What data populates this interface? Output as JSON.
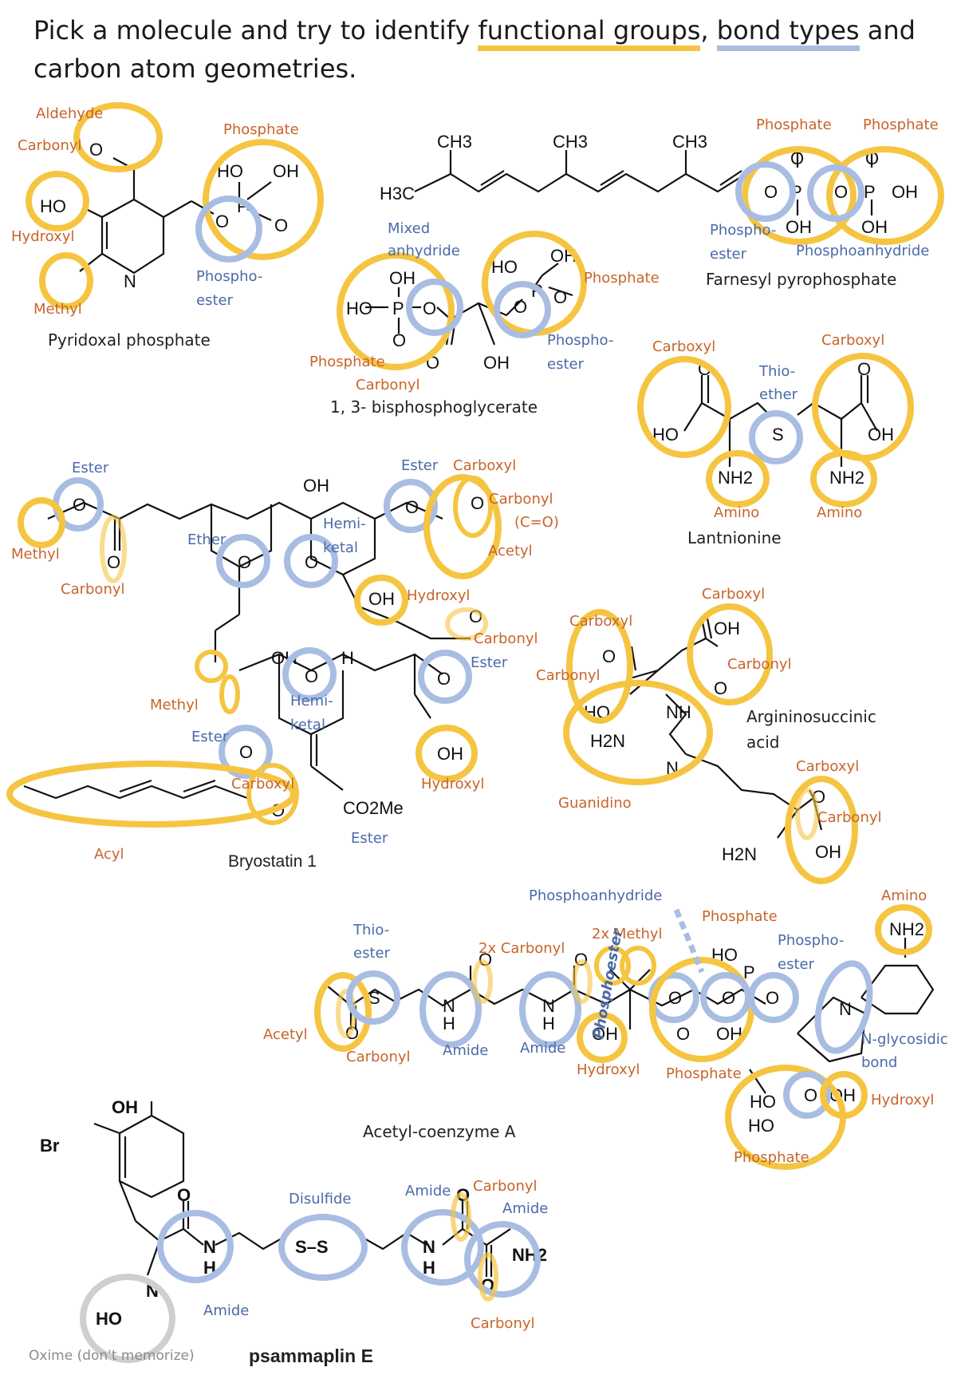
{
  "title": {
    "prefix": "Pick a molecule and try to identify ",
    "term1": "functional groups",
    "sep": ", ",
    "term2": "bond types",
    "suffix": " and carbon atom geometries."
  },
  "colors": {
    "functional_group": "#f5c542",
    "bond_type": "#a9bde3",
    "note": "#cfcfcf",
    "fg_text": "#c8642a",
    "bt_text": "#4a6aa8"
  },
  "molecules": {
    "pyridoxal": {
      "name": "Pyridoxal phosphate",
      "labels": {
        "aldehyde": "Aldehyde",
        "carbonyl": "Carbonyl",
        "hydroxyl": "Hydroxyl",
        "methyl": "Methyl",
        "phosphate": "Phosphate",
        "phosphoester_1": "Phospho-",
        "phosphoester_2": "ester"
      }
    },
    "farnesyl": {
      "name": "Farnesyl pyrophosphate",
      "labels": {
        "phosphate_a": "Phosphate",
        "phosphate_b": "Phosphate",
        "phosphoester_1": "Phospho-",
        "phosphoester_2": "ester",
        "phosphoanhydride": "Phosphoanhydride"
      }
    },
    "bpg": {
      "name": "1, 3- bisphosphoglycerate",
      "labels": {
        "mixed_1": "Mixed",
        "mixed_2": "anhydride",
        "phosphate_left": "Phosphate",
        "carbonyl": "Carbonyl",
        "phosphate_right": "Phosphate",
        "phosphoester_1": "Phospho-",
        "phosphoester_2": "ester"
      }
    },
    "lanthionine": {
      "name": "Lantnionine",
      "labels": {
        "carboxyl_left": "Carboxyl",
        "carboxyl_right": "Carboxyl",
        "thioether_1": "Thio-",
        "thioether_2": "ether",
        "amino_left": "Amino",
        "amino_right": "Amino"
      }
    },
    "bryostatin": {
      "name": "Bryostatin 1",
      "labels": {
        "ester_top": "Ester",
        "ester_top2": "Ester",
        "carboxyl_top": "Carboxyl",
        "carbonyl_c": "Carbonyl",
        "carbonyl_c2": "(C=O)",
        "acetyl": "Acetyl",
        "methyl_left": "Methyl",
        "carbonyl_left": "Carbonyl",
        "ether": "Ether",
        "hemiketal_1a": "Hemi-",
        "hemiketal_1b": "ketal",
        "hydroxyl_mid": "Hydroxyl",
        "carbonyl_mid": "Carbonyl",
        "ester_mid": "Ester",
        "methyl_mid": "Methyl",
        "hemiketal_2a": "Hemi-",
        "hemiketal_2b": "ketal",
        "ester_low": "Ester",
        "carboxyl_low": "Carboxyl",
        "hydroxyl_low": "Hydroxyl",
        "acyl": "Acyl",
        "ester_bottom": "Ester"
      }
    },
    "arginino": {
      "name_1": "Argininosuccinic",
      "name_2": "acid",
      "labels": {
        "carboxyl_top": "Carboxyl",
        "carboxyl_left": "Carboxyl",
        "carbonyl_left": "Carbonyl",
        "carbonyl_right": "Carbonyl",
        "guanidino": "Guanidino",
        "carboxyl_bottom": "Carboxyl",
        "carbonyl_bottom": "Carbonyl"
      }
    },
    "acetylcoa": {
      "name": "Acetyl-coenzyme A",
      "labels": {
        "phosphoanhydride": "Phosphoanhydride",
        "amino": "Amino",
        "thioester_1": "Thio-",
        "thioester_2": "ester",
        "carbonyl_2x": "2x Carbonyl",
        "methyl_2x": "2x Methyl",
        "phosphate_top": "Phosphate",
        "phosphoester_1": "Phospho-",
        "phosphoester_2": "ester",
        "acetyl": "Acetyl",
        "carbonyl": "Carbonyl",
        "amide_1": "Amide",
        "amide_2": "Amide",
        "hydroxyl": "Hydroxyl",
        "phosphate_mid": "Phosphate",
        "phosphoester_rot": "Phosphoester",
        "nglyco_1": "N-glycosidic",
        "nglyco_2": "bond",
        "hydroxyl_right": "Hydroxyl",
        "phosphate_bottom": "Phosphate"
      }
    },
    "psammaplin": {
      "name": "psammaplin E",
      "labels": {
        "disulfide": "Disulfide",
        "amide_top": "Amide",
        "carbonyl": "Carbonyl",
        "amide_right": "Amide",
        "amide_left": "Amide",
        "carbonyl_bottom": "Carbonyl",
        "oxime": "Oxime (don't memorize)"
      }
    }
  },
  "atoms": {
    "ch3": "CH3",
    "h3c": "H3C",
    "ho": "HO",
    "oh": "OH",
    "o": "O",
    "p": "P",
    "n": "N",
    "s": "S",
    "nh": "NH",
    "nh2": "NH2",
    "h2n": "H2N",
    "h": "H",
    "co2me": "CO2Me",
    "br": "Br",
    "ss": "S–S"
  }
}
